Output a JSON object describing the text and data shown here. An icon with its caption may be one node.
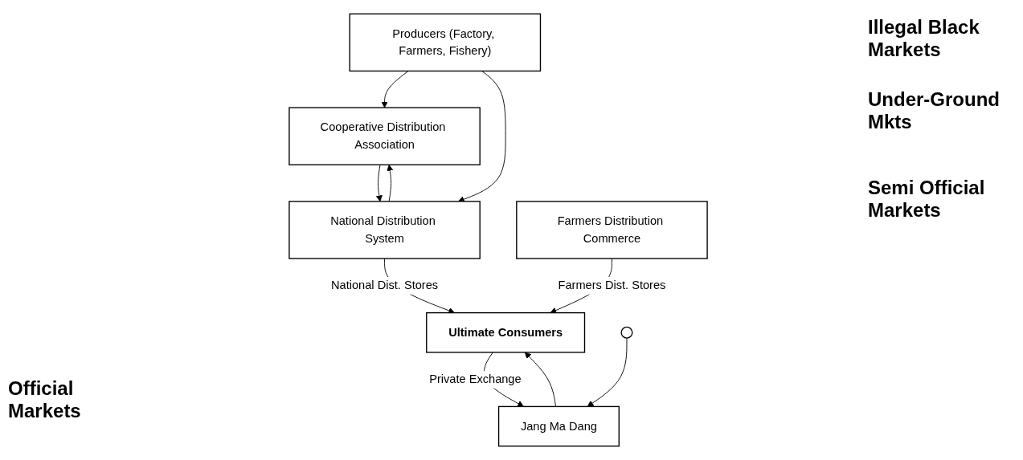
{
  "diagram": {
    "nodes": [
      {
        "text": [
          "Producers (Factory, Farmers, Fishery)"
        ]
      },
      {
        "text": [
          "Cooperative Distribution Association"
        ]
      },
      {
        "text": [
          "National Distribution System"
        ]
      },
      {
        "text": [
          "Jang Ma Dang"
        ]
      },
      {
        "text": [
          "Farmers Distribution Commerce"
        ]
      },
      {
        "text": [
          "Ultimate Consumers"
        ]
      },
      {
        "text": [],
        "shape": "circle"
      }
    ],
    "edges": [
      {
        "from": 0,
        "to": 1,
        "arrow": "to"
      },
      {
        "from": 0,
        "to": 2,
        "arrow": "to"
      },
      {
        "from": 2,
        "to": 1,
        "arrow": "to"
      },
      {
        "from": 1,
        "to": 2,
        "arrow": "to"
      },
      {
        "from": 2,
        "to": 5,
        "label": "National Dist. Stores",
        "arrow": "to"
      },
      {
        "from": 4,
        "to": 5,
        "label": "Farmers Dist. Stores",
        "arrow": "to"
      },
      {
        "from": 3,
        "to": 5,
        "arrow": "to"
      },
      {
        "from": 5,
        "to": 3,
        "label": "Private Exchange",
        "arrow": "to"
      },
      {
        "from": 6,
        "to": 3,
        "arrow": "to"
      }
    ],
    "labels": [
      "Illegal Black Markets",
      "Under-Ground Mkts",
      "Semi Official Markets",
      "Official Markets"
    ]
  }
}
